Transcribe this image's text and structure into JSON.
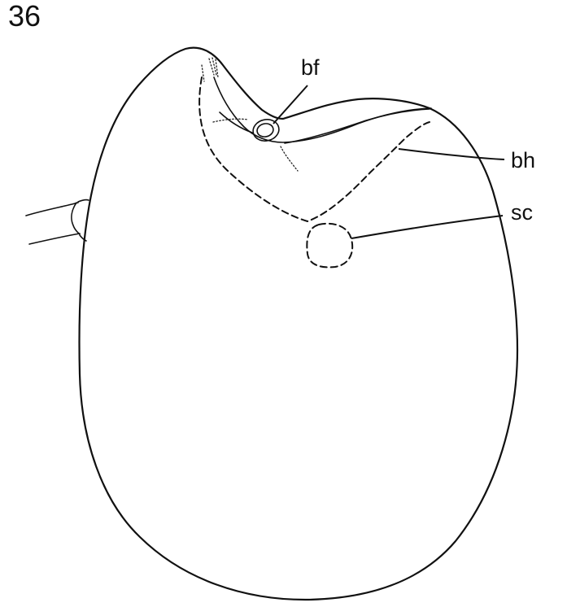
{
  "figure": {
    "number": "36",
    "labels": {
      "bf": "bf",
      "bh": "bh",
      "sc": "sc"
    }
  },
  "colors": {
    "line": "#111111",
    "background": "#ffffff"
  }
}
